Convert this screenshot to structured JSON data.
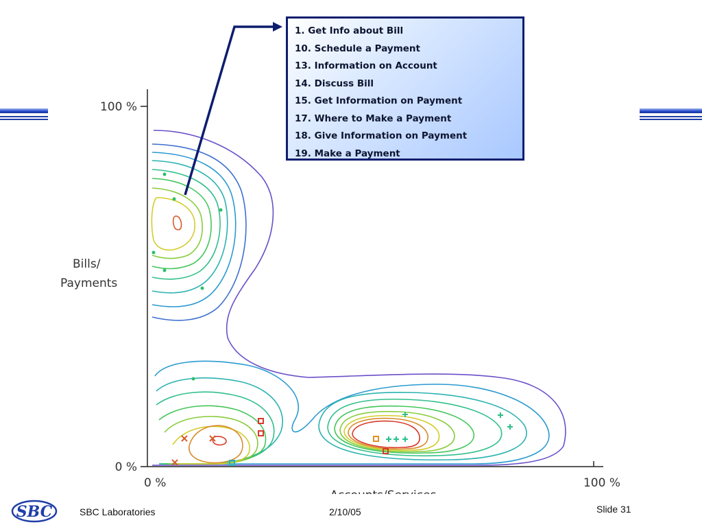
{
  "plot": {
    "y_label_line1": "Bills/",
    "y_label_line2": "Payments",
    "x_label": "Accounts/Services",
    "y_tick_top": "100 %",
    "y_tick_bottom": "0 %",
    "x_tick_left": "0 %",
    "x_tick_right": "100 %"
  },
  "legend": {
    "items": [
      "1. Get Info about Bill",
      "10. Schedule a Payment",
      "13. Information on Account",
      "14. Discuss Bill",
      "15. Get Information on Payment",
      "17. Where to Make a Payment",
      "18. Give Information on Payment",
      "19. Make a Payment"
    ]
  },
  "footer": {
    "logo_text": "SBC",
    "left": "SBC Laboratories",
    "center": "2/10/05",
    "right": "Slide 31"
  },
  "colors": {
    "legend_border": "#0d1d6e",
    "arrow": "#0d1d6e",
    "deco_blue": "#2447c8",
    "logo_blue": "#1f3ea8"
  }
}
